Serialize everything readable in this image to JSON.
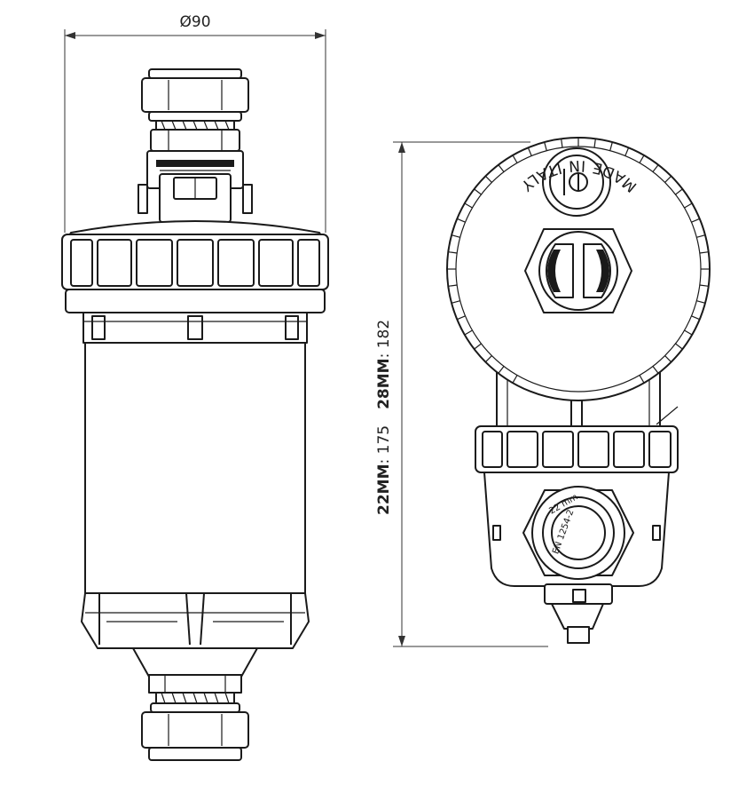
{
  "dimensions": {
    "width": {
      "symbol": "Ø",
      "value": "90"
    },
    "height_22": {
      "label": "22MM",
      "value": "175"
    },
    "height_28": {
      "label": "28MM",
      "value": "182"
    },
    "separator": ": "
  },
  "markings": {
    "made_in": "MADE IN ITALY",
    "fitting_size": "22 mm",
    "fitting_code": "EN 1254-2"
  },
  "colors": {
    "line": "#1a1a1a",
    "background": "#ffffff"
  }
}
